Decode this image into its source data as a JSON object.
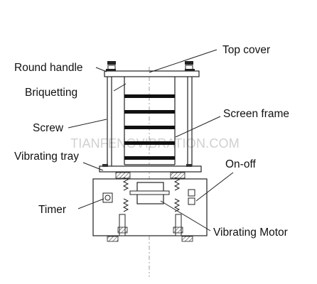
{
  "labels": {
    "top_cover": "Top cover",
    "round_handle": "Round handle",
    "briquetting": "Briquetting",
    "screw": "Screw",
    "screen_frame": "Screen frame",
    "vibrating_tray": "Vibrating tray",
    "on_off": "On-off",
    "timer": "Timer",
    "vibrating_motor": "Vibrating Motor"
  },
  "watermark": "TIANFENGVIBRATION.COM",
  "colors": {
    "line": "#222222",
    "hatch": "#666666",
    "watermark": "#d0d0d0"
  }
}
